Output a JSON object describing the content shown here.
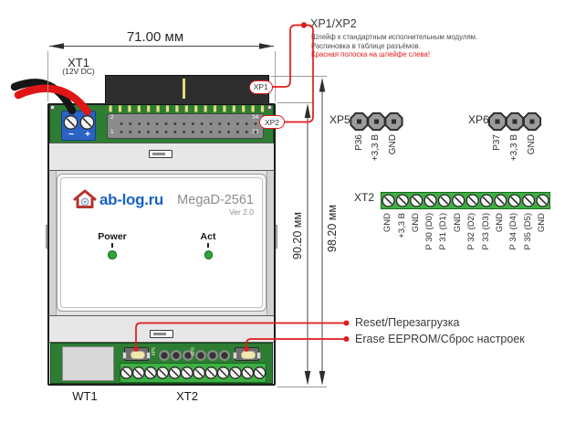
{
  "dimensions": {
    "width": "71.00 мм",
    "inner_height": "90.20 мм",
    "outer_height": "98.20 мм"
  },
  "device": {
    "xt1": {
      "label": "XT1",
      "sub": "(12V DC)",
      "minus": "−",
      "plus": "+"
    },
    "xp1_tag": "XP1",
    "xp2_tag": "XP2",
    "xp2_corner": {
      "tl": "2",
      "tr": "34",
      "bl": "1",
      "br": "33"
    },
    "panel": {
      "brand": "ab-log.ru",
      "model": "MegaD-2561",
      "version": "Ver 2.0",
      "led1": "Power",
      "led2": "Act"
    },
    "bottom": {
      "wt1": "WT1",
      "xt2": "XT2",
      "xp5_tiny": "XP5",
      "xp6_tiny": "XP6"
    }
  },
  "callouts": {
    "xp": {
      "title": "XP1/XP2",
      "desc1": "Шлейф к стандартным исполнительным модулям.",
      "desc2": "Распиновка в таблице разъёмов.",
      "warning": "Красная полоска на шлейфе слева!"
    },
    "reset": "Reset/Перезагрузка",
    "erase": "Erase EEPROM/Сброс настроек"
  },
  "headers": {
    "xp5": {
      "label": "XP5",
      "pins": [
        "P36",
        "+3,3 В",
        "GND"
      ]
    },
    "xp6": {
      "label": "XP6",
      "pins": [
        "P37",
        "+3,3 В",
        "GND"
      ]
    }
  },
  "xt2_block": {
    "label": "XT2",
    "pins": [
      "GND",
      "+3,3 В",
      "GND",
      "P 30 (D0)",
      "P 31 (D1)",
      "GND",
      "P 32 (D2)",
      "P 33 (D3)",
      "GND",
      "P 34 (D4)",
      "P 35 (D5)",
      "GND"
    ]
  },
  "colors": {
    "pcb_green": "#2d7d33",
    "terminal_green": "#3eb044",
    "accent_red": "#e11b1b",
    "brand_blue": "#1763c6",
    "led_green": "#2ea43a"
  }
}
